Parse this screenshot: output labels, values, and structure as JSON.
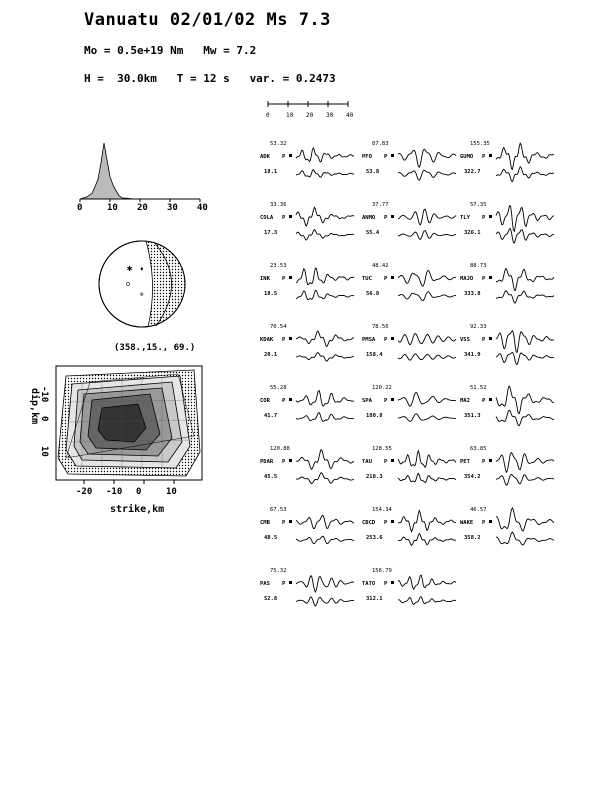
{
  "header": {
    "title": "Vanuatu 02/01/02 Ms 7.3",
    "moment_line": "Mo = 0.5e+19 Nm   Mw = 7.2",
    "params_line": "H =  30.0km   T = 12 s   var. = 0.2473"
  },
  "time_scale": {
    "ticks": [
      "0",
      "10",
      "20",
      "30",
      "40"
    ]
  },
  "source_time_function": {
    "x_ticks": [
      "0",
      "10",
      "20",
      "30",
      "40"
    ],
    "x": [
      0,
      2,
      4,
      5,
      6,
      7,
      8,
      9,
      10,
      11,
      12,
      13,
      14,
      16,
      18
    ],
    "y": [
      0,
      0.03,
      0.1,
      0.22,
      0.35,
      0.65,
      1.0,
      0.7,
      0.4,
      0.25,
      0.15,
      0.06,
      0.02,
      0.01,
      0
    ]
  },
  "mechanism": {
    "label": "(358.,15., 69.)"
  },
  "slip_map": {
    "x_ticks": [
      "-20",
      "-10",
      "0",
      "10"
    ],
    "y_ticks": [
      "-10",
      "0",
      "10"
    ],
    "xlabel": "strike,km",
    "ylabel": "dip,km"
  },
  "stations": [
    {
      "top": "53.32",
      "name": "ADK",
      "phase": "P",
      "value": "18.1"
    },
    {
      "top": "33.36",
      "name": "COLA",
      "phase": "P",
      "value": "17.3"
    },
    {
      "top": "23.53",
      "name": "INK",
      "phase": "P",
      "value": "18.5"
    },
    {
      "top": "70.54",
      "name": "KDAK",
      "phase": "P",
      "value": "20.1"
    },
    {
      "top": "55.28",
      "name": "COR",
      "phase": "P",
      "value": "41.7"
    },
    {
      "top": "120.88",
      "name": "PDAR",
      "phase": "P",
      "value": "45.5"
    },
    {
      "top": "67.53",
      "name": "CMB",
      "phase": "P",
      "value": "48.5"
    },
    {
      "top": "75.32",
      "name": "PAS",
      "phase": "P",
      "value": "52.8"
    },
    {
      "top": "87.83",
      "name": "PFO",
      "phase": "P",
      "value": "53.8"
    },
    {
      "top": "37.77",
      "name": "ANMO",
      "phase": "P",
      "value": "55.4"
    },
    {
      "top": "48.42",
      "name": "TUC",
      "phase": "P",
      "value": "56.8"
    },
    {
      "top": "78.56",
      "name": "PMSA",
      "phase": "P",
      "value": "158.4"
    },
    {
      "top": "120.22",
      "name": "SPA",
      "phase": "P",
      "value": "180.8"
    },
    {
      "top": "128.55",
      "name": "TAU",
      "phase": "P",
      "value": "218.3"
    },
    {
      "top": "154.34",
      "name": "CBCD",
      "phase": "P",
      "value": "253.6"
    },
    {
      "top": "156.79",
      "name": "TATO",
      "phase": "P",
      "value": "312.1"
    },
    {
      "top": "155.35",
      "name": "GUMO",
      "phase": "P",
      "value": "322.7"
    },
    {
      "top": "57.35",
      "name": "TLY",
      "phase": "P",
      "value": "326.1"
    },
    {
      "top": "88.73",
      "name": "MAJO",
      "phase": "P",
      "value": "333.8"
    },
    {
      "top": "92.33",
      "name": "VSS",
      "phase": "P",
      "value": "341.9"
    },
    {
      "top": "51.52",
      "name": "MA2",
      "phase": "P",
      "value": "351.3"
    },
    {
      "top": "63.85",
      "name": "PET",
      "phase": "P",
      "value": "354.2"
    },
    {
      "top": "46.57",
      "name": "WAKE",
      "phase": "P",
      "value": "358.2"
    }
  ]
}
